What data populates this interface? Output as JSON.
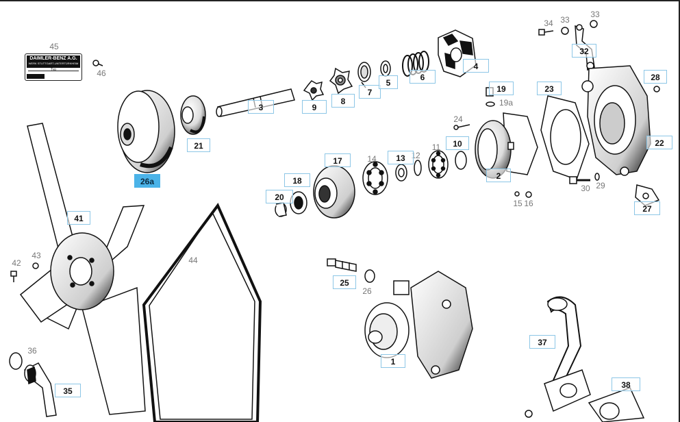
{
  "nameplate": {
    "brand": "DAIMLER-BENZ A.G.",
    "subline": "WERK STUTTGART-UNTERTÜRKHEIM",
    "type_label": "Typ"
  },
  "callouts": [
    {
      "id": "45",
      "boxed": false
    },
    {
      "id": "46",
      "boxed": false
    },
    {
      "id": "26a",
      "boxed": true,
      "active": true
    },
    {
      "id": "21",
      "boxed": true
    },
    {
      "id": "3",
      "boxed": true
    },
    {
      "id": "9",
      "boxed": true
    },
    {
      "id": "8",
      "boxed": true
    },
    {
      "id": "7",
      "boxed": true
    },
    {
      "id": "5",
      "boxed": true
    },
    {
      "id": "6",
      "boxed": true
    },
    {
      "id": "4",
      "boxed": true
    },
    {
      "id": "34",
      "boxed": false
    },
    {
      "id": "33",
      "boxed": false
    },
    {
      "id": "33",
      "boxed": false
    },
    {
      "id": "32",
      "boxed": true
    },
    {
      "id": "19",
      "boxed": true
    },
    {
      "id": "19a",
      "boxed": false
    },
    {
      "id": "23",
      "boxed": true
    },
    {
      "id": "28",
      "boxed": true
    },
    {
      "id": "22",
      "boxed": true
    },
    {
      "id": "24",
      "boxed": false
    },
    {
      "id": "10",
      "boxed": true
    },
    {
      "id": "11",
      "boxed": false
    },
    {
      "id": "12",
      "boxed": false
    },
    {
      "id": "13",
      "boxed": true
    },
    {
      "id": "14",
      "boxed": false
    },
    {
      "id": "17",
      "boxed": true
    },
    {
      "id": "18",
      "boxed": true
    },
    {
      "id": "20",
      "boxed": true
    },
    {
      "id": "2",
      "boxed": true
    },
    {
      "id": "15",
      "boxed": false
    },
    {
      "id": "16",
      "boxed": false
    },
    {
      "id": "30",
      "boxed": false
    },
    {
      "id": "29",
      "boxed": false
    },
    {
      "id": "27",
      "boxed": true
    },
    {
      "id": "41",
      "boxed": true
    },
    {
      "id": "42",
      "boxed": false
    },
    {
      "id": "43",
      "boxed": false
    },
    {
      "id": "44",
      "boxed": false
    },
    {
      "id": "25",
      "boxed": true
    },
    {
      "id": "26",
      "boxed": false
    },
    {
      "id": "1",
      "boxed": true
    },
    {
      "id": "37",
      "boxed": true
    },
    {
      "id": "38",
      "boxed": true
    },
    {
      "id": "36",
      "boxed": false
    },
    {
      "id": "35",
      "boxed": true
    }
  ]
}
